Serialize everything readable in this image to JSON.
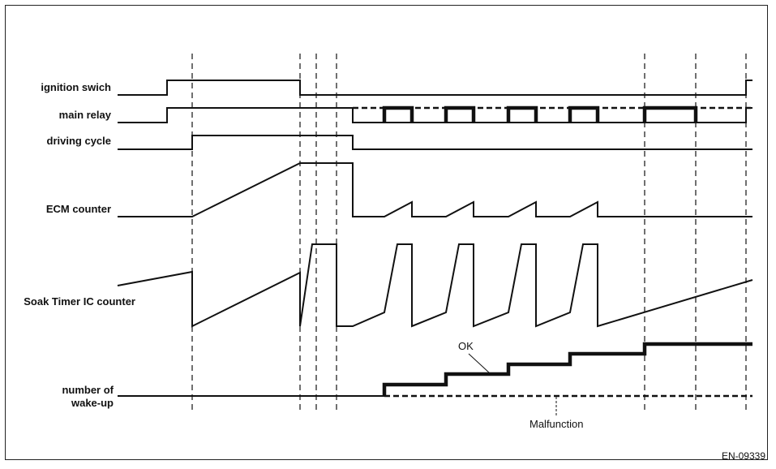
{
  "labels": {
    "ignition": "ignition swich",
    "main_relay": "main relay",
    "driving_cycle": "driving cycle",
    "ecm_counter": "ECM counter",
    "soak_timer": "Soak Timer IC counter",
    "wakeup_line1": "number of",
    "wakeup_line2": "wake-up"
  },
  "annotations": {
    "ok": "OK",
    "malfunction": "Malfunction"
  },
  "figure_code": "EN-09339"
}
